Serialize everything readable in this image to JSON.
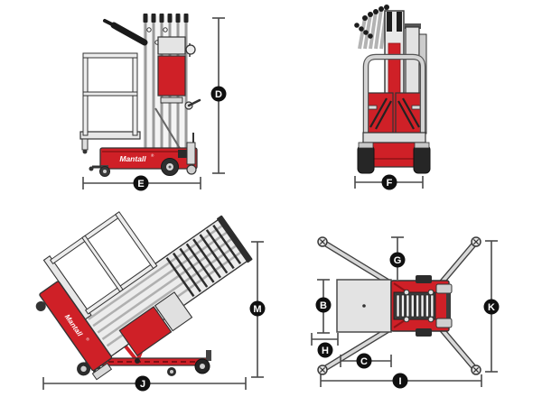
{
  "brand": {
    "name": "Mantall",
    "mark": "®"
  },
  "dimensions": {
    "D": {
      "label": "D"
    },
    "E": {
      "label": "E"
    },
    "F": {
      "label": "F"
    },
    "M": {
      "label": "M"
    },
    "J": {
      "label": "J"
    },
    "G": {
      "label": "G"
    },
    "B": {
      "label": "B"
    },
    "H": {
      "label": "H"
    },
    "C": {
      "label": "C"
    },
    "I": {
      "label": "I"
    },
    "K": {
      "label": "K"
    }
  },
  "colors": {
    "machine_red": "#cf2027",
    "dark_red": "#8f1216",
    "outline": "#2f2f2f",
    "light_gray": "#e6e6e6",
    "dim_line": "#4a4a4a",
    "label_bg": "#101010",
    "label_text": "#ffffff",
    "background": "#ffffff"
  }
}
